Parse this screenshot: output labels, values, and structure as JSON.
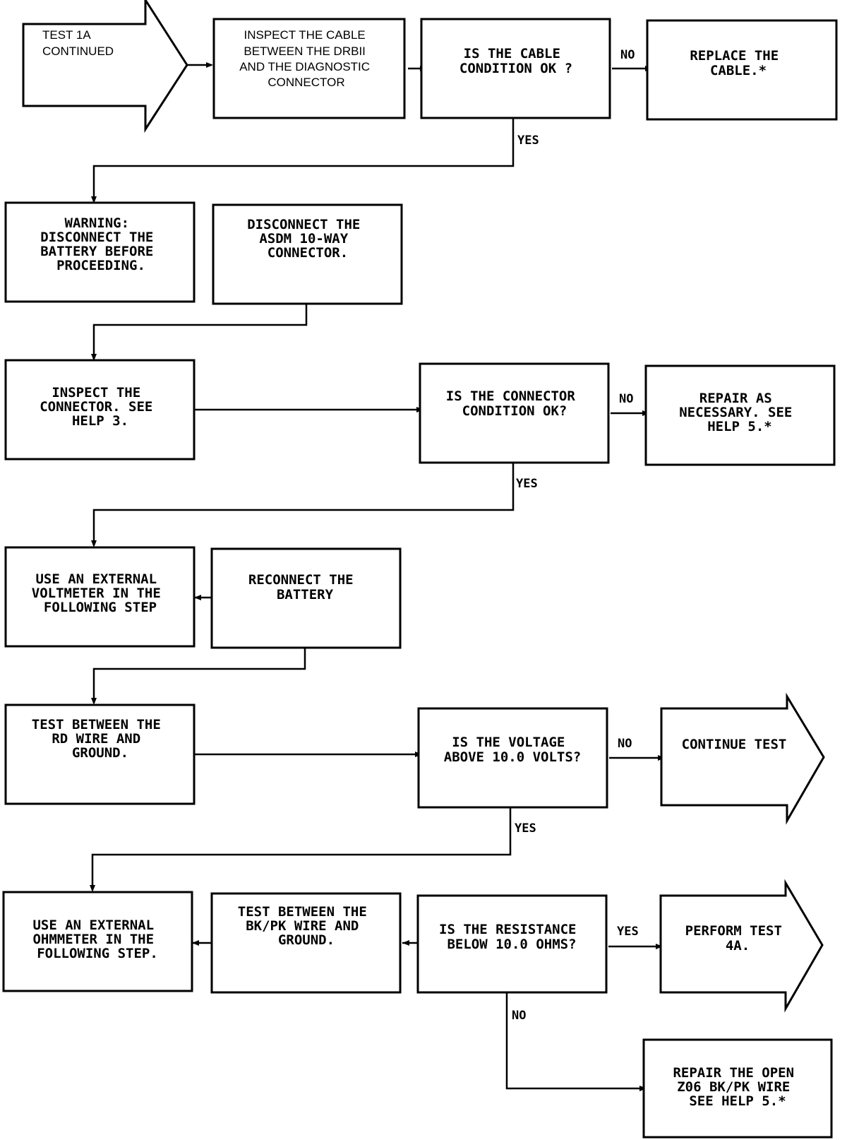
{
  "start": {
    "lines": [
      "TEST 1A",
      "CONTINUED"
    ]
  },
  "steps": {
    "inspect_cable": [
      "INSPECT THE CABLE",
      "BETWEEN THE DRBII",
      "AND THE DIAGNOSTIC",
      "CONNECTOR"
    ],
    "cable_ok": [
      "IS THE CABLE",
      "CONDITION OK ?"
    ],
    "replace_cable": [
      "REPLACE THE",
      "CABLE.*"
    ],
    "warning": [
      "WARNING:",
      "DISCONNECT THE",
      "BATTERY BEFORE",
      "PROCEEDING."
    ],
    "disconnect_asdm": [
      "DISCONNECT THE",
      "ASDM 10-WAY",
      "CONNECTOR."
    ],
    "inspect_connector": [
      "INSPECT THE",
      "CONNECTOR. SEE",
      "HELP 3."
    ],
    "connector_ok": [
      "IS THE CONNECTOR",
      "CONDITION OK?"
    ],
    "repair_necessary": [
      "REPAIR AS",
      "NECESSARY. SEE",
      "HELP 5.*"
    ],
    "use_voltmeter": [
      "USE AN EXTERNAL",
      "VOLTMETER IN THE",
      "FOLLOWING STEP"
    ],
    "reconnect_battery": [
      "RECONNECT THE",
      "BATTERY"
    ],
    "test_rd_wire": [
      "TEST BETWEEN THE",
      "RD WIRE AND",
      "GROUND."
    ],
    "voltage_above": [
      "IS THE VOLTAGE",
      "ABOVE 10.0 VOLTS?"
    ],
    "continue_test": [
      "CONTINUE TEST"
    ],
    "use_ohmmeter": [
      "USE AN EXTERNAL",
      "OHMMETER IN THE",
      "FOLLOWING STEP."
    ],
    "test_bkpk_wire": [
      "TEST BETWEEN THE",
      "BK/PK WIRE AND",
      "GROUND."
    ],
    "resistance_below": [
      "IS THE RESISTANCE",
      "BELOW 10.0 OHMS?"
    ],
    "perform_test": [
      "PERFORM TEST",
      "4A."
    ],
    "repair_open": [
      "REPAIR THE OPEN",
      "Z06 BK/PK WIRE",
      "SEE HELP 5.*"
    ]
  },
  "labels": {
    "no_1": "NO",
    "yes_1": "YES",
    "no_2": "NO",
    "yes_2": "YES",
    "no_3": "NO",
    "yes_3": "YES",
    "yes_4": "YES",
    "no_4": "NO"
  }
}
